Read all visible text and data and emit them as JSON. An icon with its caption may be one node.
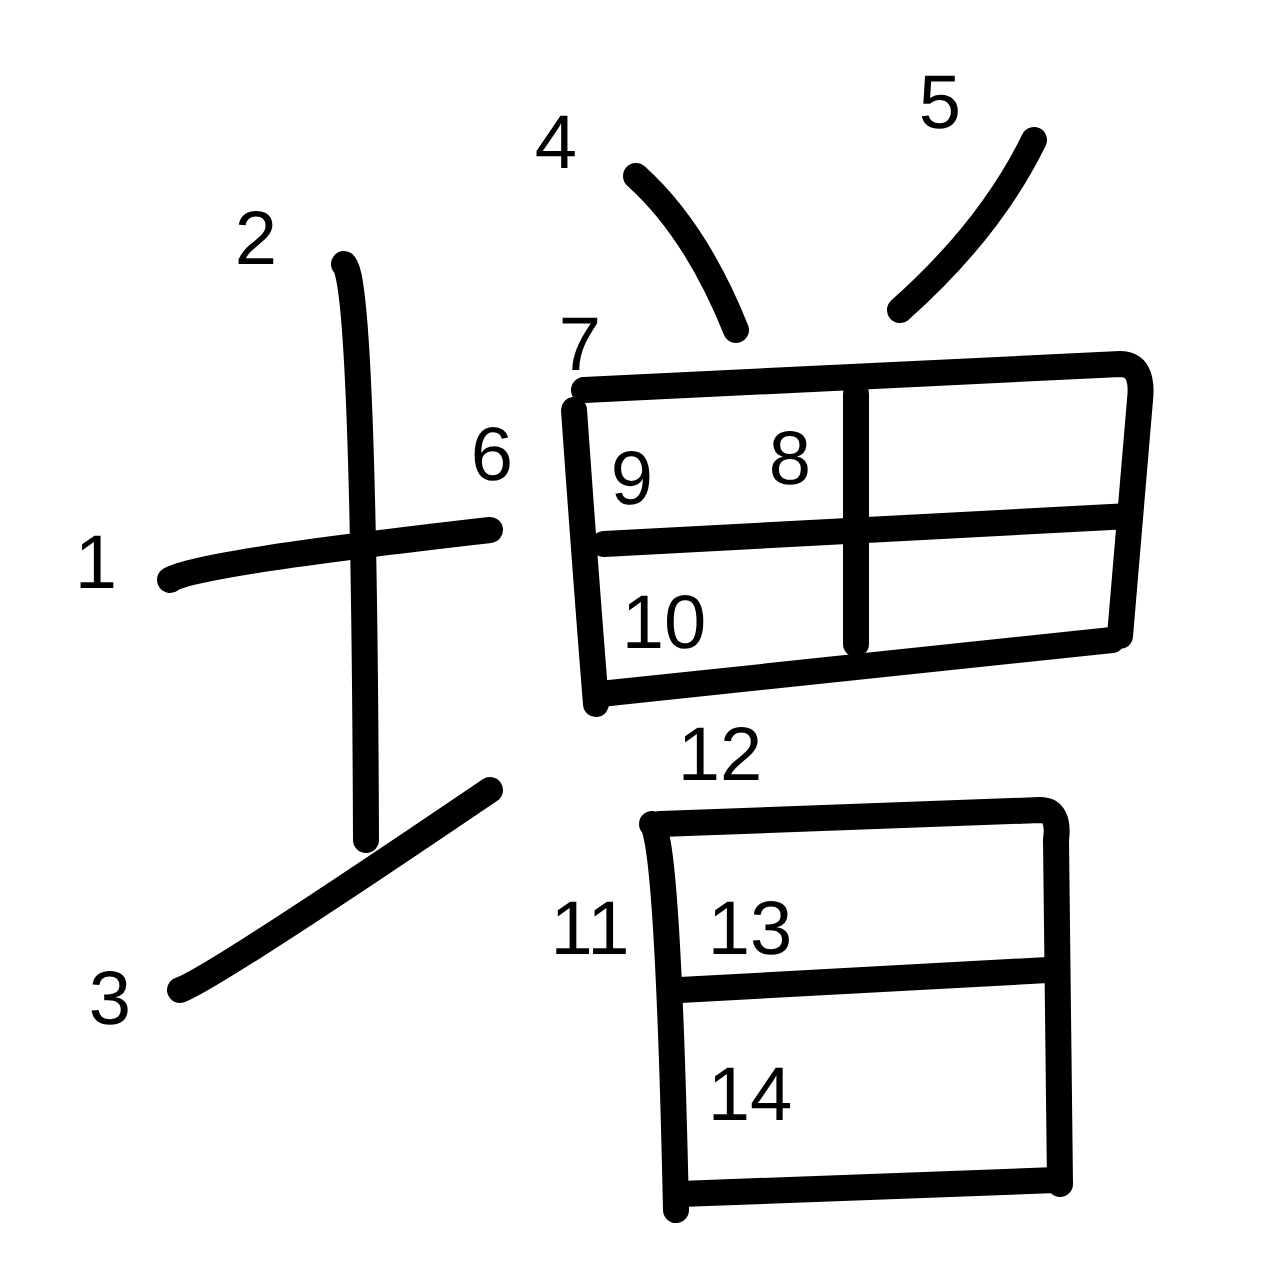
{
  "diagram": {
    "labels": [
      "1",
      "2",
      "3",
      "4",
      "5",
      "6",
      "7",
      "8",
      "9",
      "10",
      "11",
      "12",
      "13",
      "14"
    ]
  }
}
